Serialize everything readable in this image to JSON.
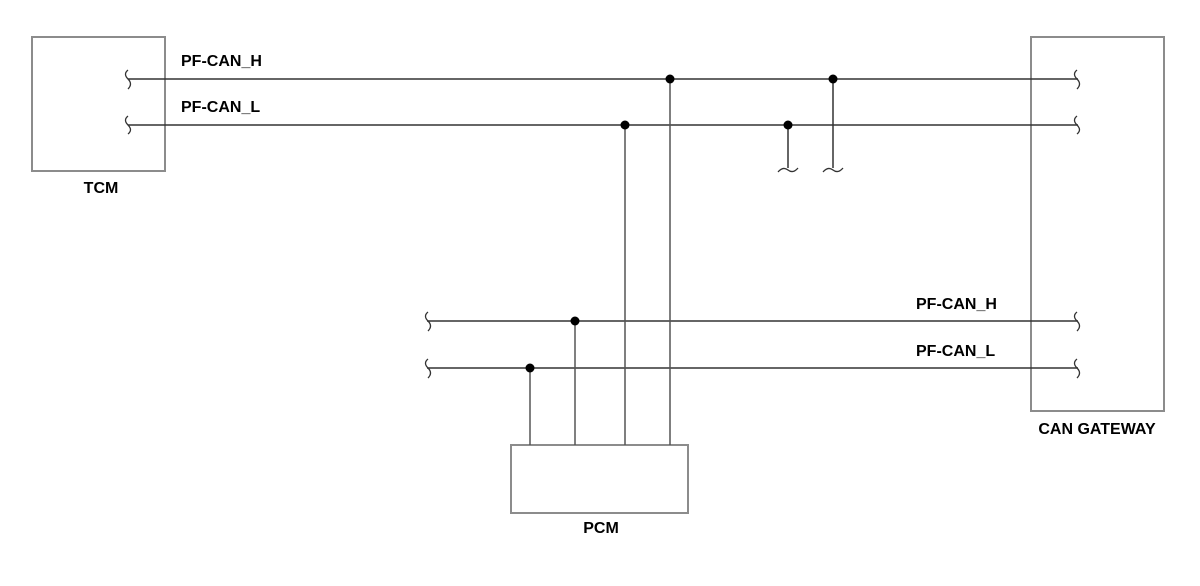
{
  "modules": {
    "tcm": "TCM",
    "pcm": "PCM",
    "gateway": "CAN GATEWAY"
  },
  "signals": {
    "top_high": "PF-CAN_H",
    "top_low": "PF-CAN_L",
    "bottom_high": "PF-CAN_H",
    "bottom_low": "PF-CAN_L"
  },
  "colors": {
    "box_border": "#8c8c8c",
    "wire": "#333333",
    "junction": "#000000"
  }
}
